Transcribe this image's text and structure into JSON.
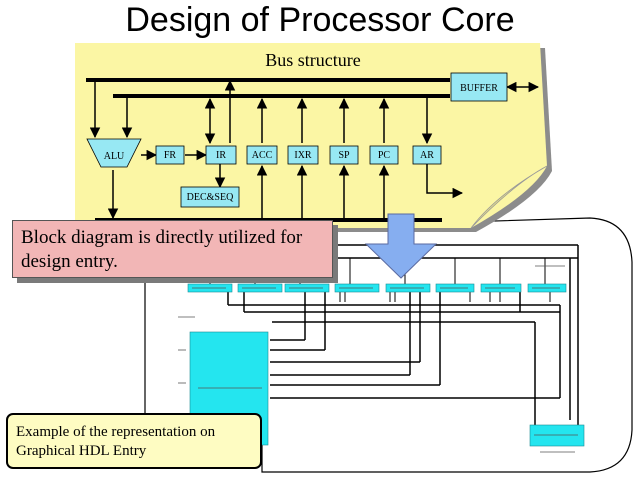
{
  "title": "Design of Processor Core",
  "bus_structure_label": "Bus structure",
  "blocks": {
    "buffer": "BUFFER",
    "alu": "ALU",
    "fr": "FR",
    "ir": "IR",
    "acc": "ACC",
    "ixr": "IXR",
    "sp": "SP",
    "pc": "PC",
    "ar": "AR",
    "decseq": "DEC&SEQ"
  },
  "callout_text": "Block diagram is directly utilized for design entry.",
  "example_note": "Example of the representation on Graphical HDL Entry",
  "colors": {
    "note_yellow": "#fbf6a4",
    "block_cyan": "#97e8f3",
    "callout_pink": "#f2b6b6",
    "arrow_blue": "#86aef0",
    "hdl_cyan": "#24e5ef"
  }
}
